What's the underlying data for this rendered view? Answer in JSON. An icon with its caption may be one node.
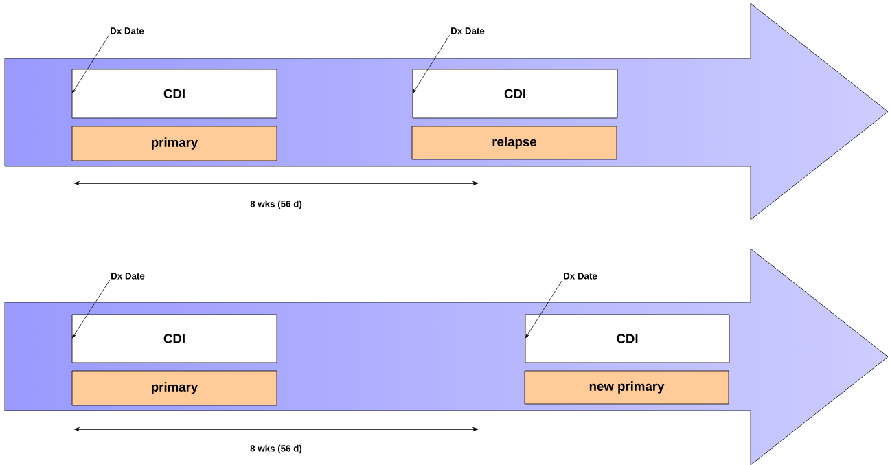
{
  "diagram": {
    "nodes": [
      {
        "text": [],
        "shape": "arrow"
      },
      {
        "text": [
          "Dx Date"
        ],
        "in": 0
      },
      {
        "text": [
          "CDI"
        ],
        "in": 0
      },
      {
        "text": [
          "primary"
        ],
        "in": 0
      },
      {
        "text": [
          "Dx Date"
        ],
        "in": 0
      },
      {
        "text": [
          "CDI"
        ],
        "in": 0
      },
      {
        "text": [
          "relapse"
        ],
        "in": 0
      },
      {
        "text": [],
        "shape": "arrow"
      },
      {
        "text": [
          "Dx Date"
        ],
        "in": 7
      },
      {
        "text": [
          "CDI"
        ],
        "in": 7
      },
      {
        "text": [
          "primary"
        ],
        "in": 7
      },
      {
        "text": [
          "Dx Date"
        ],
        "in": 7
      },
      {
        "text": [
          "CDI"
        ],
        "in": 7
      },
      {
        "text": [
          "new primary"
        ],
        "in": 7
      }
    ],
    "edges": [
      {
        "from": 1,
        "to": 2,
        "arrow": "to"
      },
      {
        "from": 4,
        "to": 5,
        "arrow": "to"
      },
      {
        "from": 8,
        "to": 9,
        "arrow": "to"
      },
      {
        "from": 11,
        "to": 12,
        "arrow": "to"
      }
    ],
    "labels": [
      "8 wks (56 d)",
      "8 wks (56 d)"
    ]
  }
}
